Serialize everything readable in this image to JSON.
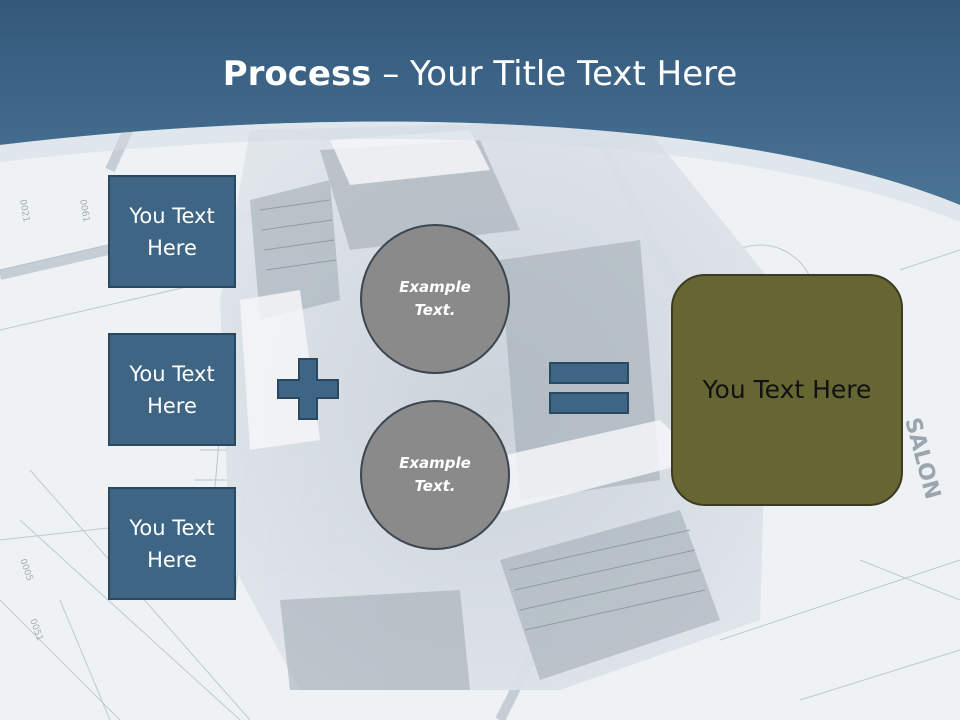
{
  "title": {
    "bold": "Process",
    "rest": " – Your Title Text Here"
  },
  "colors": {
    "header": "#3e6889",
    "side_box": "#3f6585",
    "circle": "#8a8a8a",
    "result_box": "#666633"
  },
  "inputs": [
    {
      "label": "You Text Here"
    },
    {
      "label": "You Text Here"
    },
    {
      "label": "You Text Here"
    }
  ],
  "operands": [
    {
      "label": "Example Text."
    },
    {
      "label": "Example Text."
    }
  ],
  "operators": {
    "plus_icon": "plus-icon",
    "equals_icon": "equals-icon"
  },
  "result": {
    "label": "You Text Here"
  }
}
